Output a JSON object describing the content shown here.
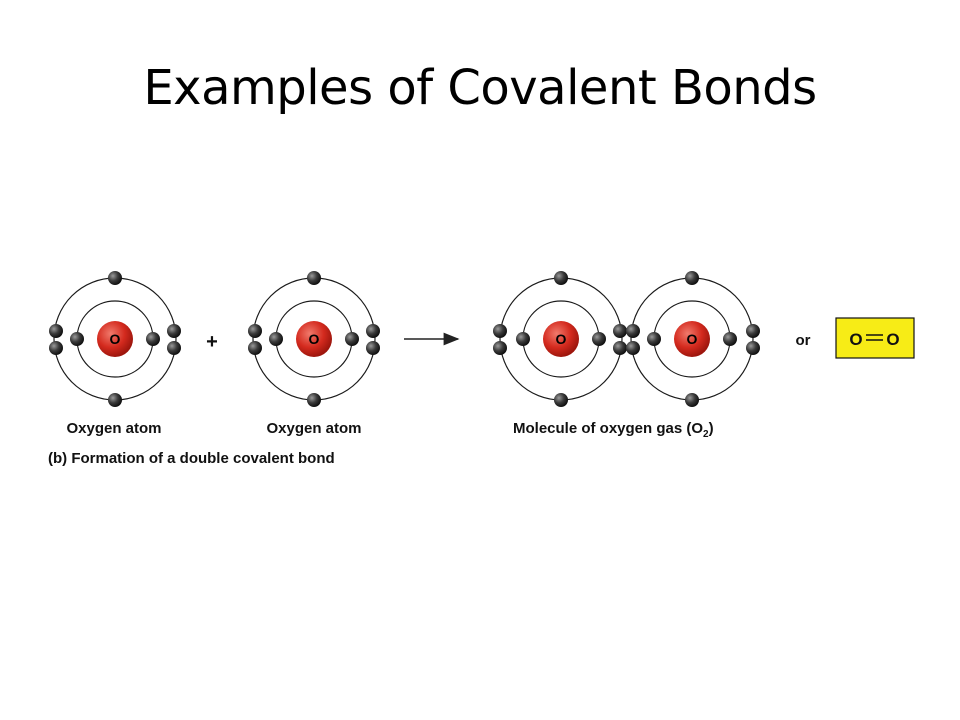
{
  "slide": {
    "title": "Examples of Covalent Bonds"
  },
  "diagram": {
    "atom_symbol": "O",
    "plus_sign": "+",
    "or_text": "or",
    "structural_formula": {
      "left": "O",
      "right": "O",
      "box_color": "#f7ec16"
    },
    "labels": {
      "atom_1": "Oxygen atom",
      "atom_2": "Oxygen atom",
      "molecule": "Molecule of oxygen gas (O",
      "molecule_subscript": "2",
      "molecule_close": ")"
    },
    "caption": "(b) Formation of a double covalent bond",
    "colors": {
      "nucleus": "#d42a1e",
      "electron": "#2b2b2b",
      "orbit": "#1a1a1a"
    }
  }
}
